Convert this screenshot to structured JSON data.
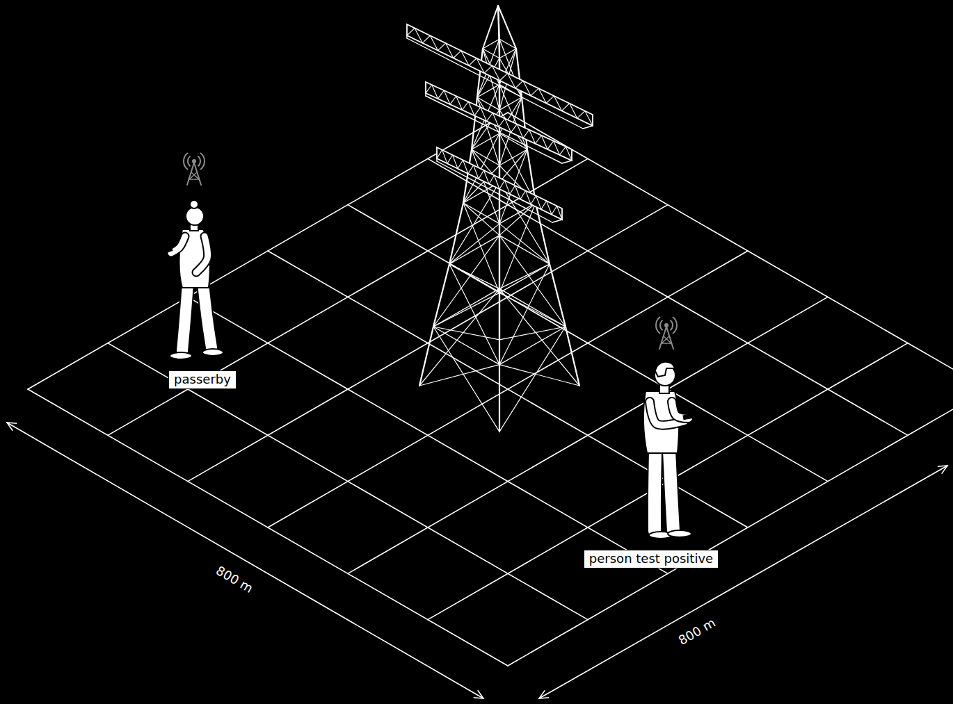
{
  "diagram": {
    "nodes": [
      {
        "text": [
          "passerby"
        ]
      },
      {
        "text": [
          "person test positive"
        ]
      }
    ],
    "labels": [
      "800 m",
      "800 m"
    ]
  }
}
